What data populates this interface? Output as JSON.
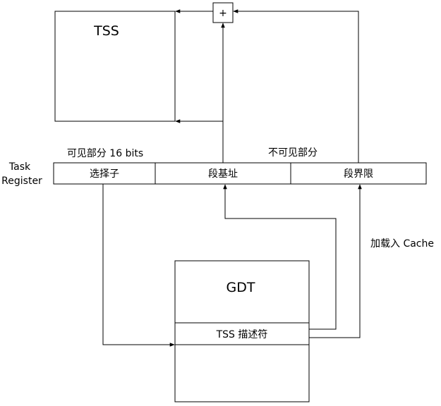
{
  "tss": {
    "title": "TSS"
  },
  "adder": {
    "symbol": "+"
  },
  "task_register": {
    "label_line1": "Task",
    "label_line2": "Register",
    "visible_part": "可见部分 16 bits",
    "invisible_part": "不可见部分",
    "fields": [
      "选择子",
      "段基址",
      "段界限"
    ]
  },
  "gdt": {
    "title": "GDT",
    "descriptor": "TSS 描述符"
  },
  "cache_load": "加载入 Cache",
  "colors": {
    "stroke": "#000000",
    "background": "#ffffff"
  }
}
